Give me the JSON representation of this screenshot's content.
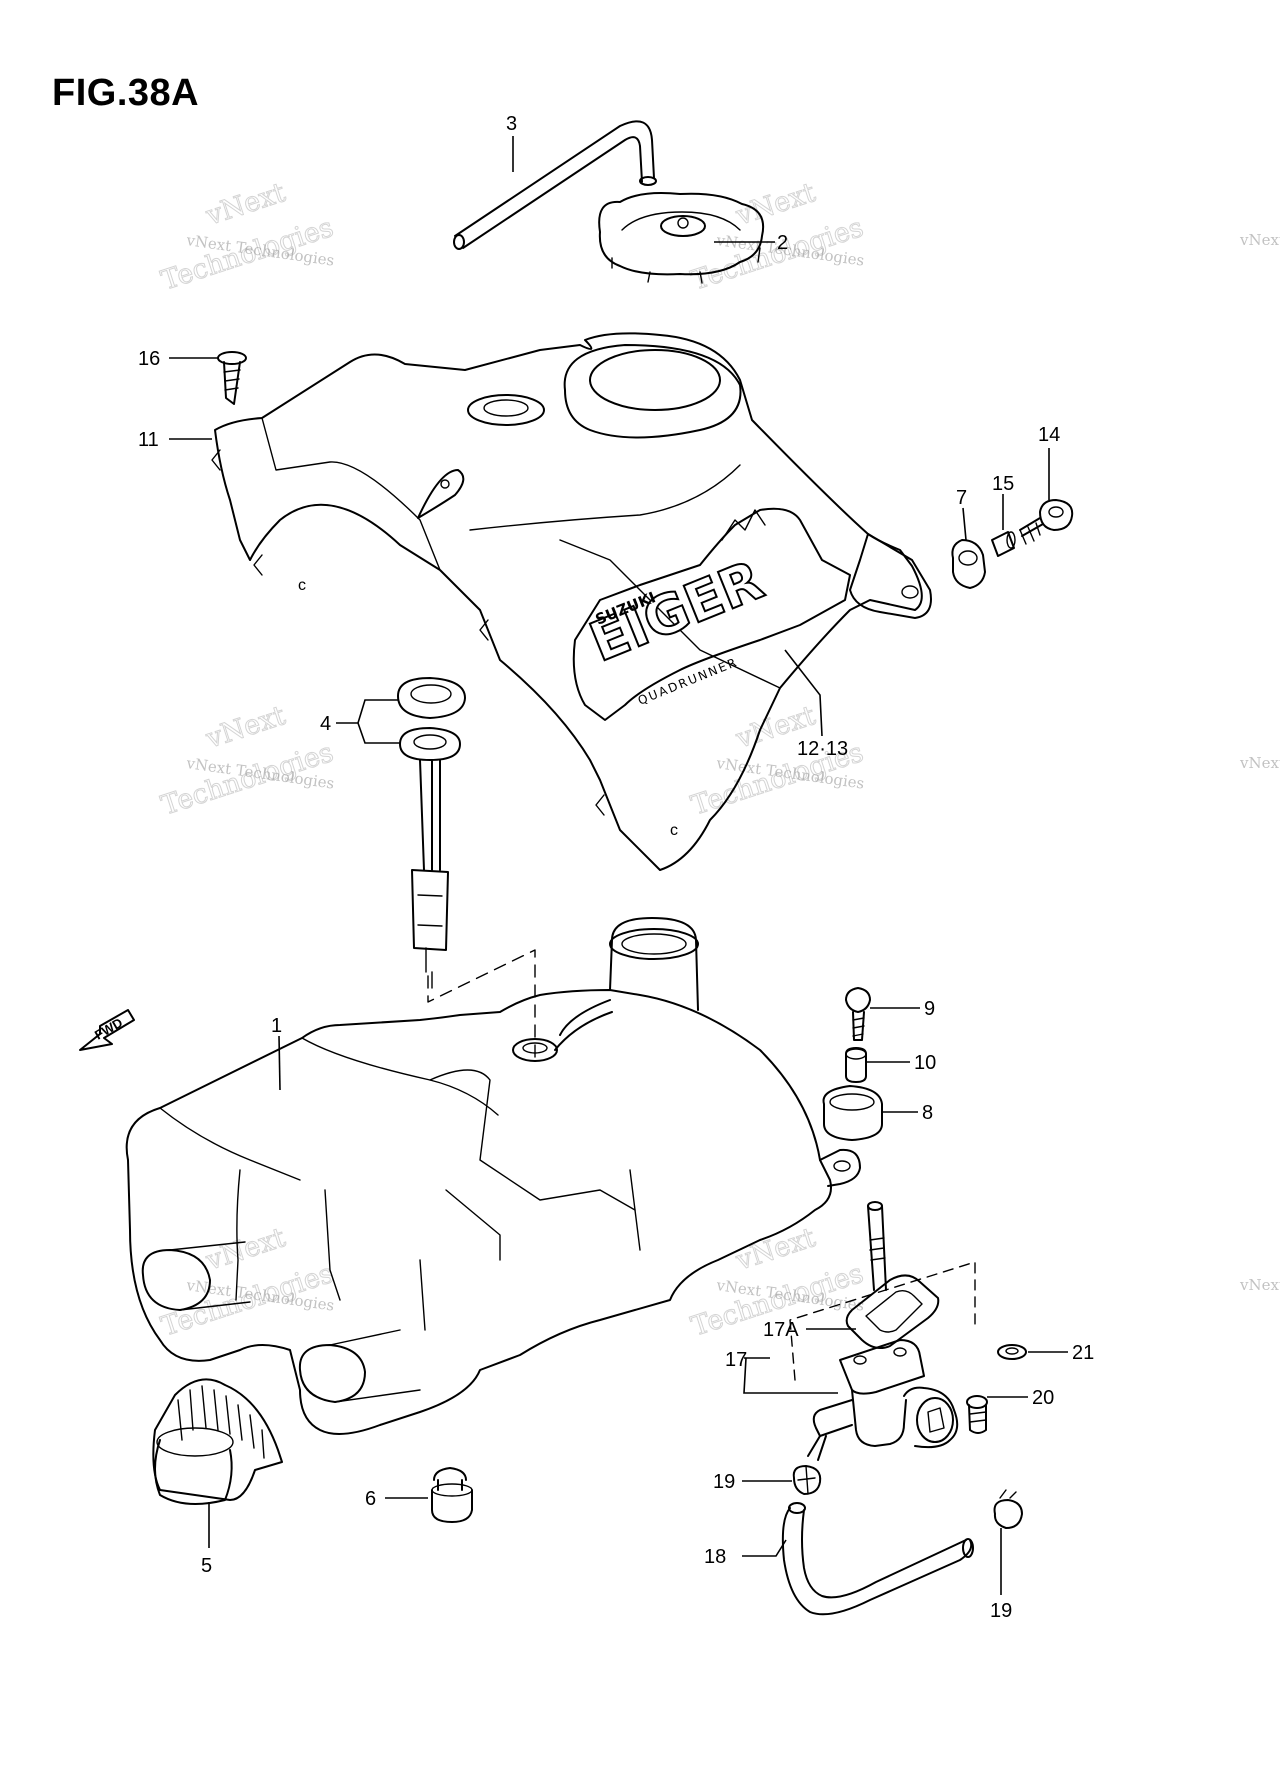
{
  "figure": {
    "title": "FIG.38A"
  },
  "part_labels": {
    "p1": "1",
    "p2": "2",
    "p3": "3",
    "p4": "4",
    "p5": "5",
    "p6": "6",
    "p7": "7",
    "p8": "8",
    "p9": "9",
    "p10": "10",
    "p11": "11",
    "p12_13": "12·13",
    "p14": "14",
    "p15": "15",
    "p16": "16",
    "p17": "17",
    "p17a": "17A",
    "p18": "18",
    "p19a": "19",
    "p19b": "19",
    "p20": "20",
    "p21": "21"
  },
  "direction": {
    "fwd": "FWD"
  },
  "decal": {
    "brand": "SUZUKI",
    "model": "EIGER",
    "sub": "QUADRUNNER"
  },
  "watermark": {
    "line1": "vNext Technologies",
    "line2a": "vNext",
    "line2b": "Technologies"
  }
}
